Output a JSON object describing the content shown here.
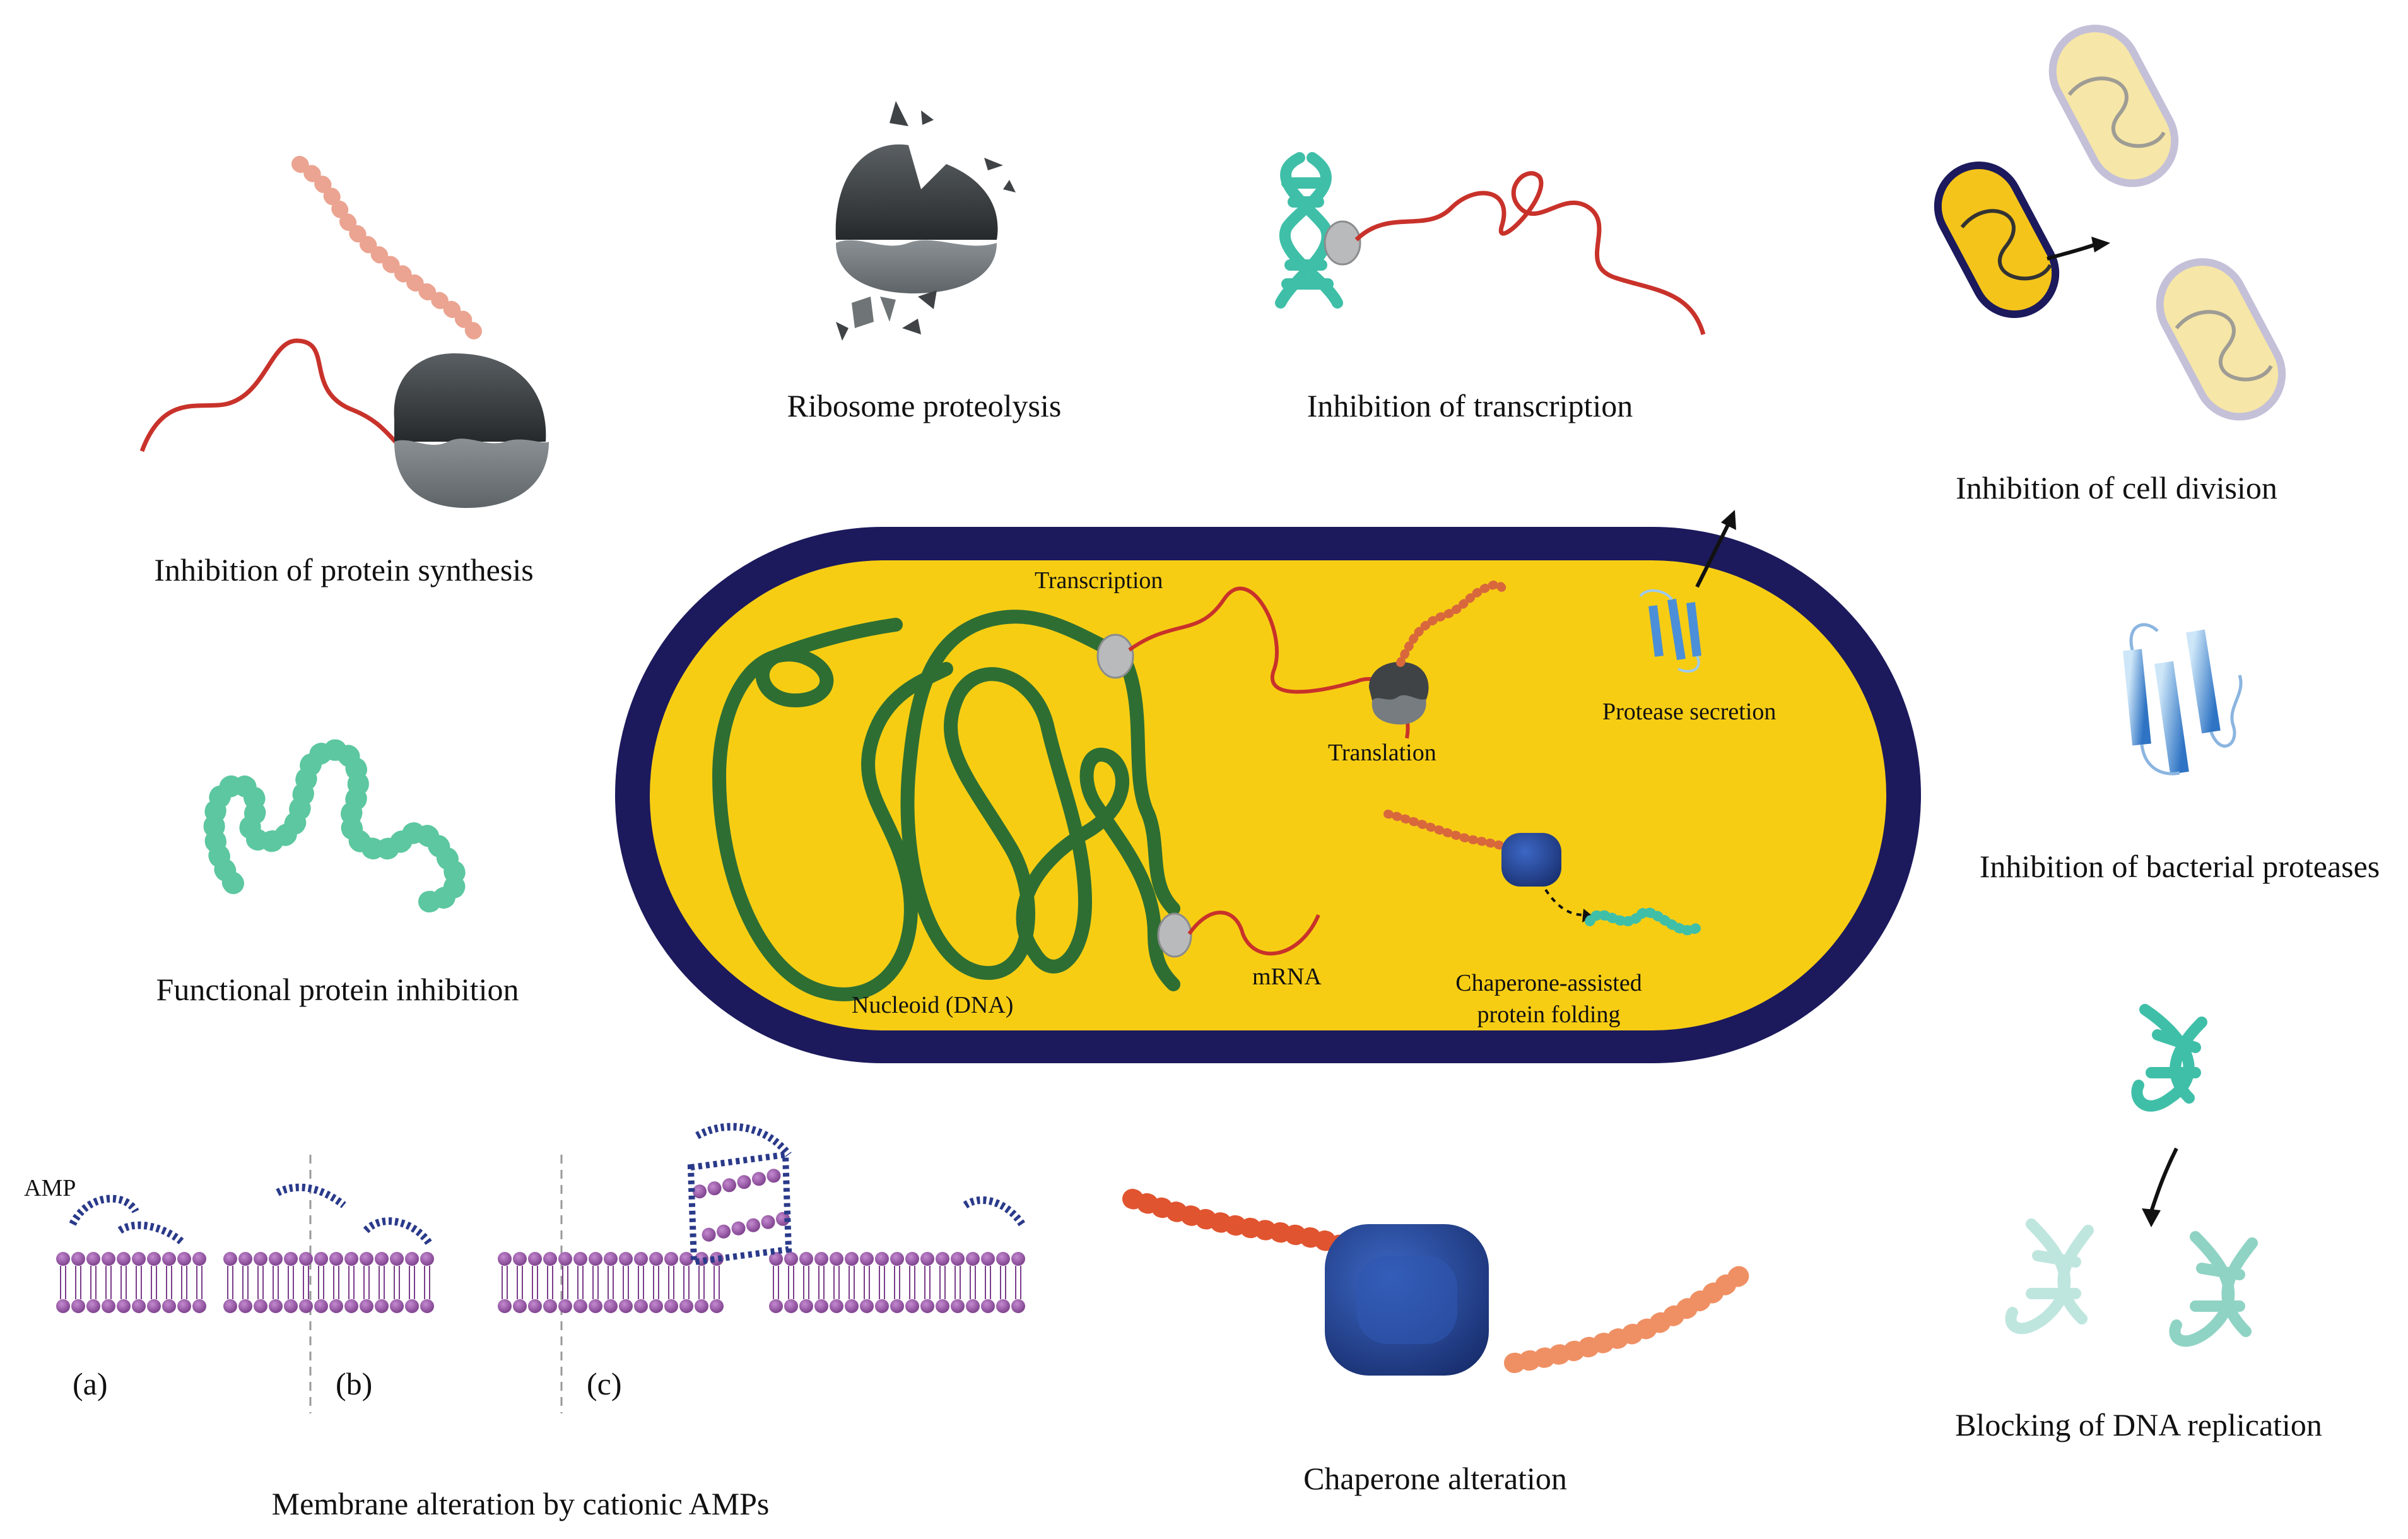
{
  "labels": {
    "protein_synthesis": "Inhibition of protein synthesis",
    "ribosome_proteolysis": "Ribosome proteolysis",
    "transcription_inhibition": "Inhibition of transcription",
    "cell_division": "Inhibition of cell division",
    "functional_protein": "Functional protein inhibition",
    "bacterial_proteases": "Inhibition of bacterial proteases",
    "dna_replication": "Blocking of DNA replication",
    "chaperone_alteration": "Chaperone alteration",
    "membrane_alteration": "Membrane alteration by cationic AMPs",
    "amp": "AMP",
    "panel_a": "(a)",
    "panel_b": "(b)",
    "panel_c": "(c)"
  },
  "cell": {
    "transcription": "Transcription",
    "translation": "Translation",
    "protease_secretion": "Protease secretion",
    "nucleoid": "Nucleoid (DNA)",
    "mrna": "mRNA",
    "chaperone_line1": "Chaperone-assisted",
    "chaperone_line2": "protein folding"
  },
  "colors": {
    "cell_fill": "#f7cd14",
    "cell_wall": "#1c1a5c",
    "dna": "#2e6e33",
    "mrna": "#c8322a",
    "ribosome": "#3f4346",
    "teal": "#3fbfa8",
    "protease_blue": "#4a8fd8",
    "chaperone_blue": "#23408f",
    "lipid_head": "#9a57a8"
  }
}
